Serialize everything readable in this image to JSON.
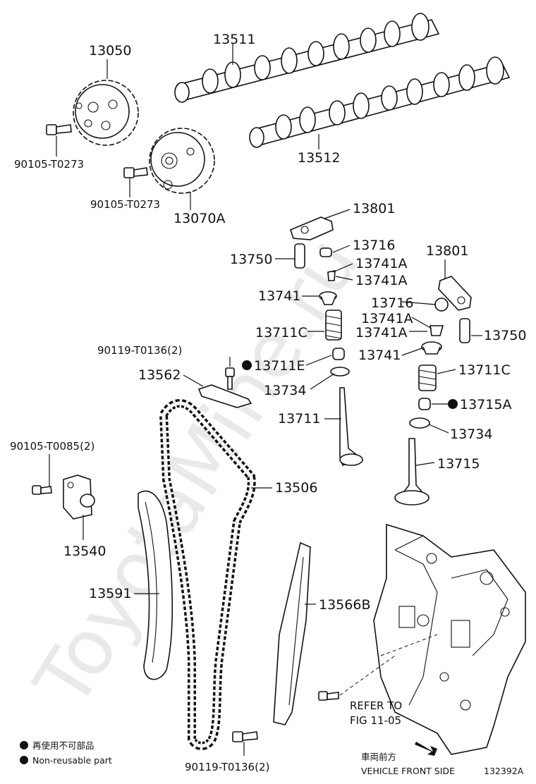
{
  "watermark": "ToyotaMine.ru",
  "labels": {
    "p13050": "13050",
    "p13511": "13511",
    "p13512": "13512",
    "p90105_T0273_a": "90105-T0273",
    "p90105_T0273_b": "90105-T0273",
    "p13070A": "13070A",
    "p13801_a": "13801",
    "p13801_b": "13801",
    "p13716_a": "13716",
    "p13716_b": "13716",
    "p13750_a": "13750",
    "p13750_b": "13750",
    "p13741A_a": "13741A",
    "p13741A_b": "13741A",
    "p13741A_c": "13741A",
    "p13741A_d": "13741A",
    "p13741_a": "13741",
    "p13741_b": "13741",
    "p13711C_a": "13711C",
    "p13711C_b": "13711C",
    "p90119_T0136_top": "90119-T0136(2)",
    "p13711E": "13711E",
    "p13562": "13562",
    "p13734_a": "13734",
    "p13734_b": "13734",
    "p13715A": "13715A",
    "p13711": "13711",
    "p13715": "13715",
    "p90105_T0085": "90105-T0085(2)",
    "p13506": "13506",
    "p13540": "13540",
    "p13591": "13591",
    "p13566B": "13566B",
    "refer_line1": "REFER TO",
    "refer_line2": "FIG 11-05",
    "p90119_T0136_bottom": "90119-T0136(2)"
  },
  "legend": {
    "jp": "再使用不可部品",
    "en": "Non-reusable part"
  },
  "direction": {
    "jp": "車両前方",
    "en": "VEHICLE FRONT SIDE"
  },
  "figure_code": "132392A"
}
